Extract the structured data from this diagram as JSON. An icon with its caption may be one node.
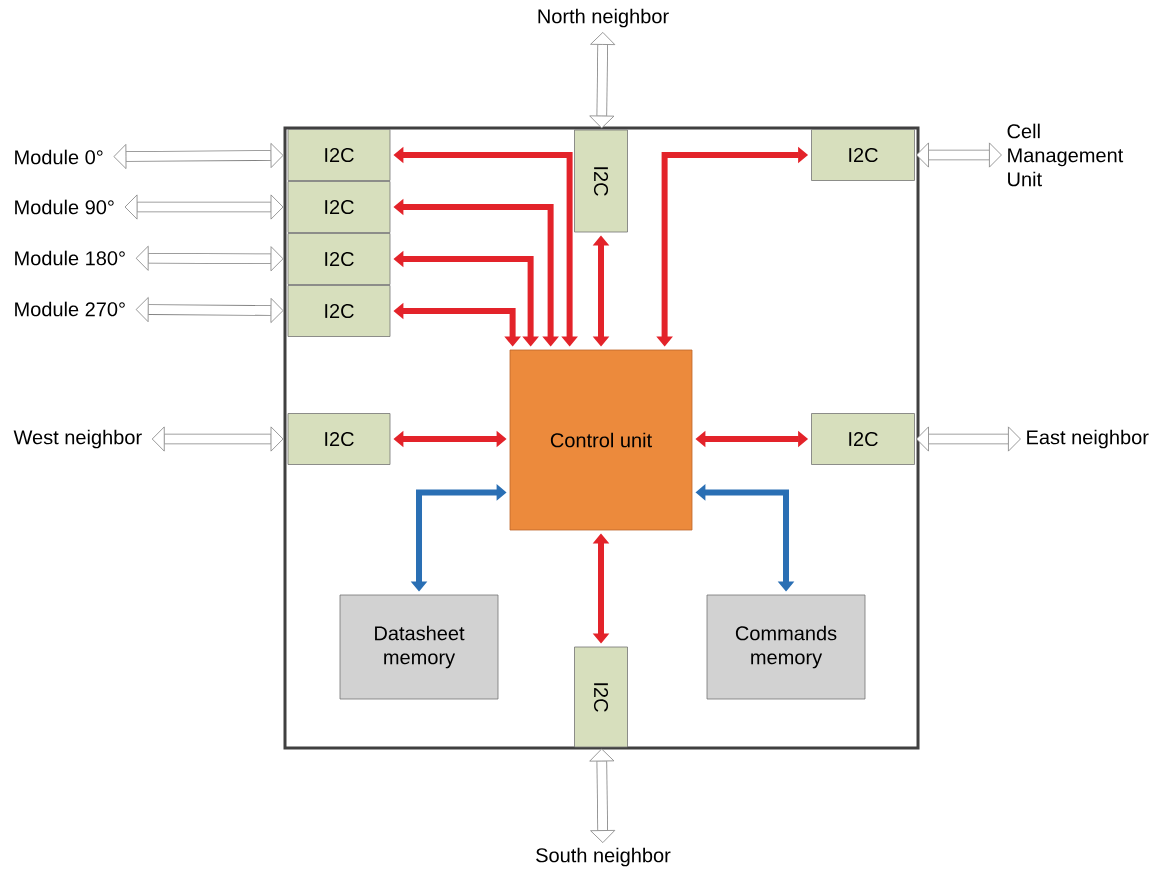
{
  "diagram": {
    "nodes": [
      {
        "text": [],
        "shape": "box"
      },
      {
        "text": [
          "I2C"
        ],
        "in": 0
      },
      {
        "text": [
          "I2C"
        ],
        "in": 0
      },
      {
        "text": [
          "I2C"
        ],
        "in": 0
      },
      {
        "text": [
          "I2C"
        ],
        "in": 0
      },
      {
        "text": [
          "I2C"
        ],
        "in": 0
      },
      {
        "text": [
          "I2C"
        ],
        "in": 0
      },
      {
        "text": [
          "I2C"
        ],
        "in": 0
      },
      {
        "text": [
          "Control unit"
        ],
        "in": 0
      },
      {
        "text": [
          "I2C"
        ],
        "in": 0
      },
      {
        "text": [
          "Datasheet memory"
        ],
        "in": 0
      },
      {
        "text": [
          "Commands memory"
        ],
        "in": 0
      },
      {
        "text": [
          "I2C"
        ],
        "in": 0
      },
      {
        "text": [
          "North neighbor"
        ]
      },
      {
        "text": [
          "Module 0°"
        ]
      },
      {
        "text": [
          "Module 90°"
        ]
      },
      {
        "text": [
          "Module 180°"
        ]
      },
      {
        "text": [
          "Module 270°"
        ]
      },
      {
        "text": [
          "Cell Management Unit"
        ]
      },
      {
        "text": [
          "West neighbor"
        ]
      },
      {
        "text": [
          "East neighbor"
        ]
      },
      {
        "text": [
          "South neighbor"
        ]
      }
    ],
    "edges": [
      {
        "from": 8,
        "to": 1,
        "arrow": "both",
        "color": "#e3232a"
      },
      {
        "from": 8,
        "to": 2,
        "arrow": "both",
        "color": "#e3232a"
      },
      {
        "from": 8,
        "to": 3,
        "arrow": "both",
        "color": "#e3232a"
      },
      {
        "from": 8,
        "to": 4,
        "arrow": "both",
        "color": "#e3232a"
      },
      {
        "from": 8,
        "to": 5,
        "arrow": "both",
        "color": "#e3232a"
      },
      {
        "from": 8,
        "to": 6,
        "arrow": "both",
        "color": "#e3232a"
      },
      {
        "from": 8,
        "to": 7,
        "arrow": "both",
        "color": "#e3232a"
      },
      {
        "from": 8,
        "to": 9,
        "arrow": "both",
        "color": "#e3232a"
      },
      {
        "from": 8,
        "to": 12,
        "arrow": "both",
        "color": "#e3232a"
      },
      {
        "from": 8,
        "to": 10,
        "arrow": "both",
        "color": "#2a6fb4"
      },
      {
        "from": 8,
        "to": 11,
        "arrow": "both",
        "color": "#2a6fb4"
      },
      {
        "from": 13,
        "to": 5,
        "arrow": "both",
        "color": "#808080"
      },
      {
        "from": 14,
        "to": 1,
        "arrow": "both",
        "color": "#808080"
      },
      {
        "from": 15,
        "to": 2,
        "arrow": "both",
        "color": "#808080"
      },
      {
        "from": 16,
        "to": 3,
        "arrow": "both",
        "color": "#808080"
      },
      {
        "from": 17,
        "to": 4,
        "arrow": "both",
        "color": "#808080"
      },
      {
        "from": 18,
        "to": 6,
        "arrow": "both",
        "color": "#808080"
      },
      {
        "from": 19,
        "to": 7,
        "arrow": "both",
        "color": "#808080"
      },
      {
        "from": 20,
        "to": 9,
        "arrow": "both",
        "color": "#808080"
      },
      {
        "from": 21,
        "to": 12,
        "arrow": "both",
        "color": "#808080"
      }
    ]
  }
}
